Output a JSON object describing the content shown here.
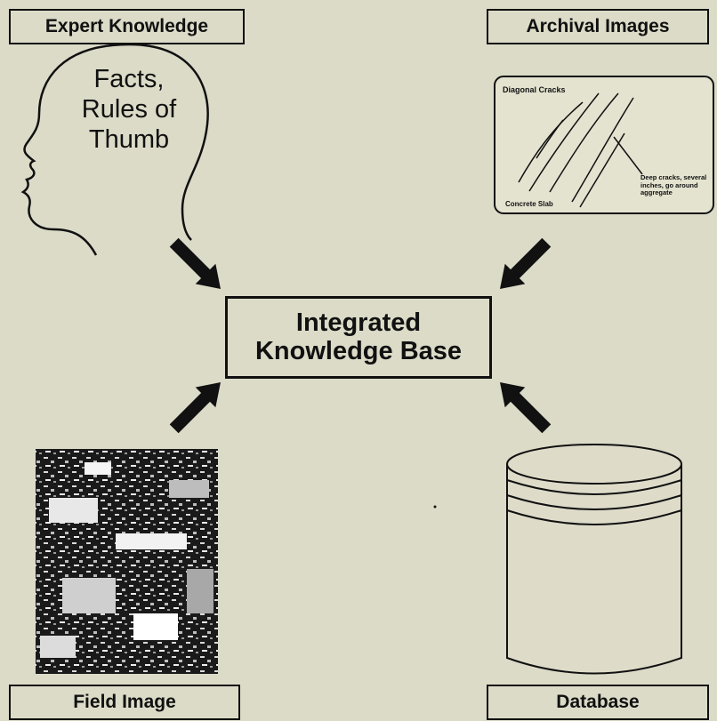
{
  "labels": {
    "expert": "Expert Knowledge",
    "archival": "Archival Images",
    "field": "Field Image",
    "database": "Database"
  },
  "center": {
    "line1": "Integrated",
    "line2": "Knowledge Base"
  },
  "head": {
    "line1": "Facts,",
    "line2": "Rules of",
    "line3": "Thumb"
  },
  "archival_sketch": {
    "title": "Diagonal Cracks",
    "footer": "Concrete Slab",
    "note": "Deep cracks, several inches, go around aggregate"
  },
  "colors": {
    "background": "#dcdbc8",
    "ink": "#111111"
  },
  "icons": [
    "human-head-profile-icon",
    "crack-sketch-icon",
    "field-photo-icon",
    "database-cylinder-icon",
    "arrow-icon"
  ]
}
